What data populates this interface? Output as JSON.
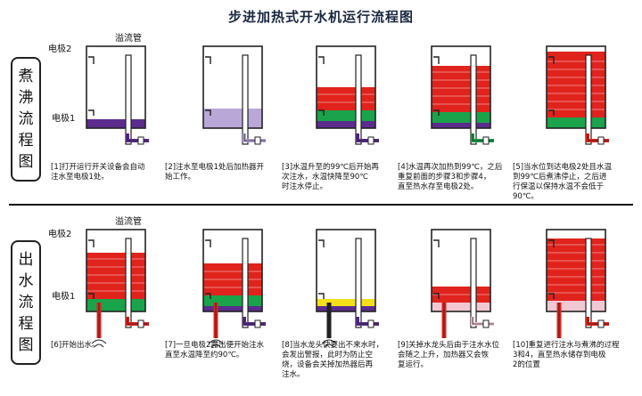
{
  "title": "步进加热式开水机运行流程图",
  "sections": {
    "boil": "煮沸流程图",
    "dispense": "出水流程图"
  },
  "labels": {
    "electrode2": "电极2",
    "electrode1": "电极1",
    "overflow": "溢流管"
  },
  "colors": {
    "red": "#e0231c",
    "green": "#1aa34a",
    "purple": "#5b2c8e",
    "lavender": "#b9a7d8",
    "yellow": "#f3e01a",
    "pink": "#f1c8d2",
    "tank": "#222222"
  },
  "captions": [
    "[1]打开运行开关设备会自动\n注水至电极1处。",
    "[2]注水至电极1处后加热器开\n始工作。",
    "[3]水温升至的99℃后开始再\n次注水，水温快降至90℃\n时注水停止。",
    "[4]水温再次加热到99℃，之后\n重复前面的步骤3和步骤4，\n直至热水存至电极2处。",
    "[5]当水位到达电极2处且水温\n到99℃后煮沸停止，之后进\n行保温以保持水温不会低于\n90℃。",
    "[6]开始出水。",
    "[7]一旦电极2露出便开始注水\n直至水温降至约90℃。",
    "[8]当水龙头快要出不来水时，\n会发出警报，此时为防止空\n烧，设备会关掉加热器后再\n注水。",
    "[9]关掉水龙头后由于注水水位\n会随之上升，加热器又会恢\n复运行。",
    "[10]重复进行注水与煮沸的过程\n3和4，直至热水储存到电极\n2的位置"
  ]
}
